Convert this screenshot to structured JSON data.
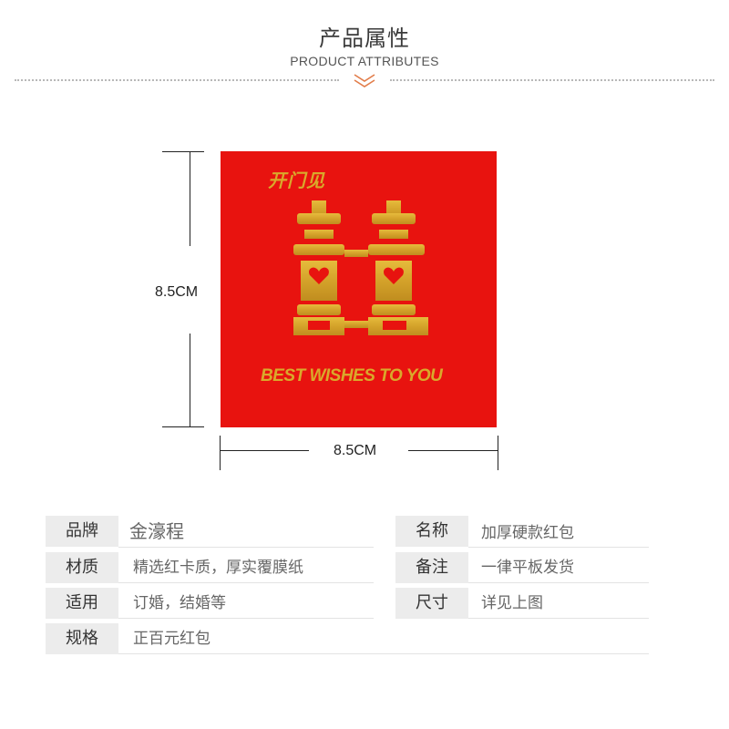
{
  "header": {
    "title": "产品属性",
    "subtitle": "PRODUCT ATTRIBUTES"
  },
  "envelope": {
    "top_text": "开门见",
    "main_symbol": "囍",
    "bottom_text": "BEST WISHES TO YOU",
    "background_color": "#e8130f",
    "gold_color": "#d9a92b"
  },
  "dimensions": {
    "height_label": "8.5CM",
    "width_label": "8.5CM"
  },
  "specs": {
    "brand_key": "品牌",
    "brand_value": "金濠程",
    "name_key": "名称",
    "name_value": "加厚硬款红包",
    "material_key": "材质",
    "material_value": "精选红卡质，厚实覆膜纸",
    "note_key": "备注",
    "note_value": "一律平板发货",
    "usage_key": "适用",
    "usage_value": "订婚，结婚等",
    "size_key": "尺寸",
    "size_value": "详见上图",
    "spec_key": "规格",
    "spec_value": "正百元红包"
  }
}
